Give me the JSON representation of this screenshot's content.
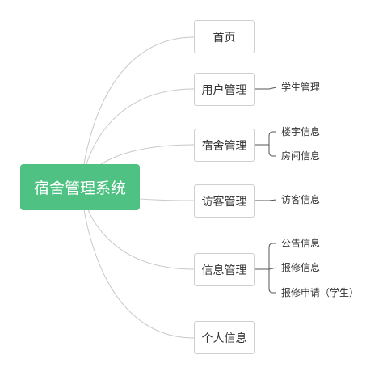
{
  "root": {
    "label": "宿舍管理系统"
  },
  "branches": [
    {
      "label": "首页",
      "children": []
    },
    {
      "label": "用户管理",
      "children": [
        "学生管理"
      ]
    },
    {
      "label": "宿舍管理",
      "children": [
        "楼宇信息",
        "房间信息"
      ]
    },
    {
      "label": "访客管理",
      "children": [
        "访客信息"
      ]
    },
    {
      "label": "信息管理",
      "children": [
        "公告信息",
        "报修信息",
        "报修申请（学生）"
      ]
    },
    {
      "label": "个人信息",
      "children": []
    }
  ],
  "colors": {
    "root": "#4fc283",
    "line": "#c8c8c8",
    "border": "#cfcfcf",
    "text": "#333333"
  }
}
